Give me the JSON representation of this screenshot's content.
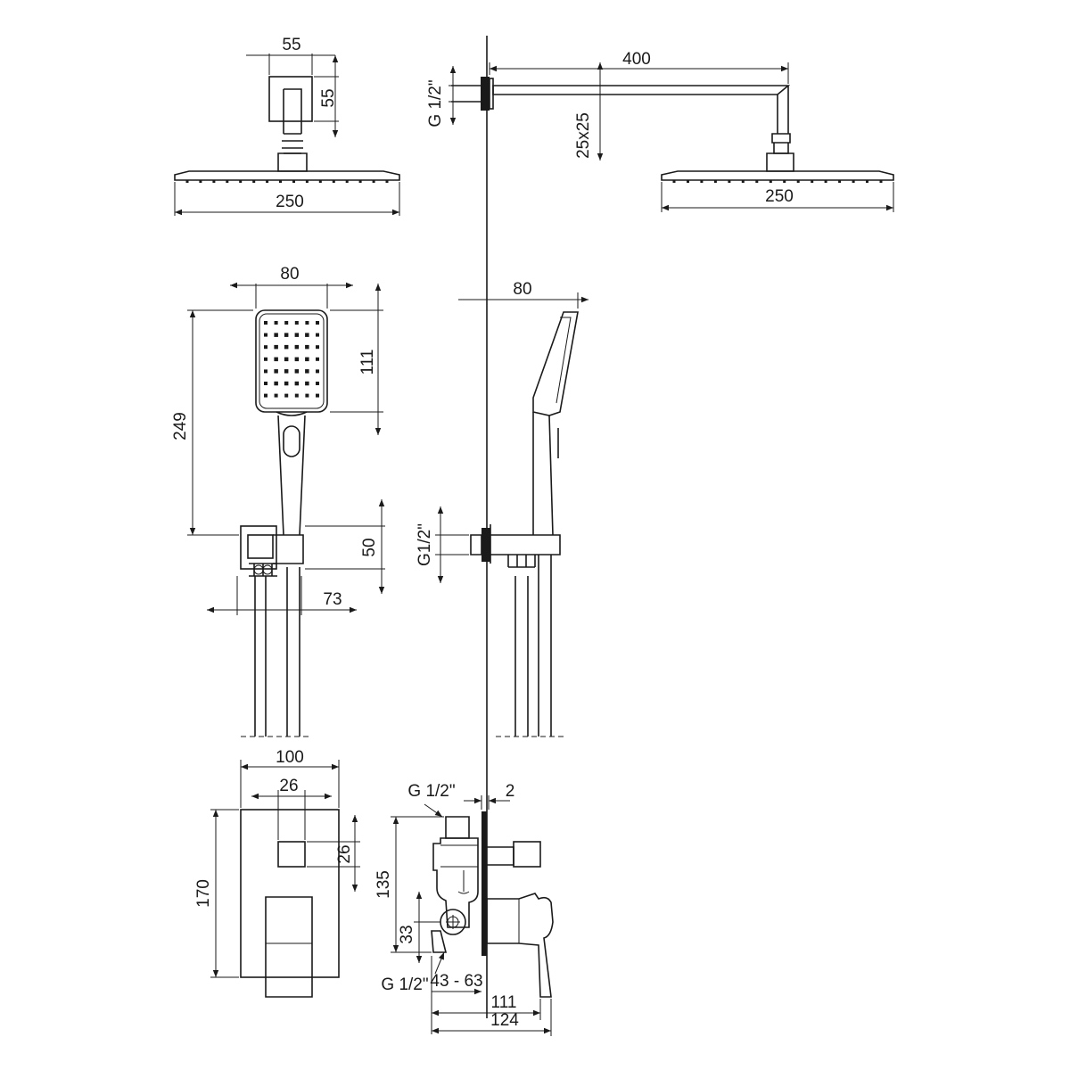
{
  "dimensions": {
    "arm_box_width": "55",
    "arm_box_height": "55",
    "head_width_front": "250",
    "arm_length": "400",
    "arm_inlet_thread": "G 1/2\"",
    "arm_section": "25x25",
    "head_width_side": "250",
    "hand_width_front": "80",
    "hand_head_height": "111",
    "hand_total_length": "249",
    "holder_height": "50",
    "holder_offset": "73",
    "hand_width_side": "80",
    "holder_inlet_thread": "G1/2\"",
    "plate_width": "100",
    "knob_width": "26",
    "knob_height": "26",
    "plate_height": "170",
    "valve_top_thread": "G 1/2\"",
    "plate_thickness": "2",
    "valve_body_height": "135",
    "valve_inlet_offset": "33",
    "valve_bottom_thread": "G 1/2\"",
    "valve_depth_range": "43 - 63",
    "lever_projection": "111",
    "total_projection": "124"
  }
}
